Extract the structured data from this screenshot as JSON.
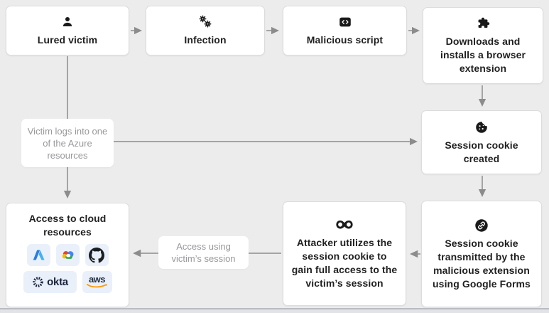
{
  "nodes": {
    "lured_victim": {
      "label": "Lured victim",
      "icon": "person-icon"
    },
    "infection": {
      "label": "Infection",
      "icon": "virus-icon"
    },
    "malicious_script": {
      "label": "Malicious script",
      "icon": "code-icon"
    },
    "browser_extension": {
      "label": "Downloads and installs a browser extension",
      "icon": "puzzle-icon"
    },
    "session_cookie_created": {
      "label": "Session cookie created",
      "icon": "cookie-icon"
    },
    "cookie_transmitted": {
      "label": "Session cookie transmitted by the malicious extension using Google Forms",
      "icon": "link-icon"
    },
    "attacker_utilizes": {
      "label": "Attacker utilizes the session cookie to gain full access to the victim’s session",
      "icon": "mask-icon"
    },
    "cloud_resources": {
      "label": "Access to cloud resources",
      "logos": {
        "azure": "Azure",
        "gcloud": "Google Cloud",
        "github": "GitHub",
        "okta": "okta",
        "aws": "aws"
      }
    }
  },
  "edge_labels": {
    "victim_logs": "Victim logs into one of the Azure resources",
    "access_using": "Access using victim’s session"
  },
  "colors": {
    "background": "#ececec",
    "node_fill": "#ffffff",
    "node_border": "#dcdcdc",
    "node_text": "#1f1f1f",
    "edge": "#8c8c8c",
    "edge_label_text": "#98989d",
    "logo_tile_bg": "#e9f0fa",
    "azure_blue_dark": "#2a7de1",
    "azure_blue_light": "#46b1f0",
    "google_blue": "#4285f4",
    "google_red": "#ea4335",
    "google_yellow": "#fbbc05",
    "google_green": "#34a853",
    "github_black": "#1b1f23",
    "okta_navy": "#19223c",
    "aws_dark": "#232f3e",
    "aws_orange": "#ff9900"
  }
}
